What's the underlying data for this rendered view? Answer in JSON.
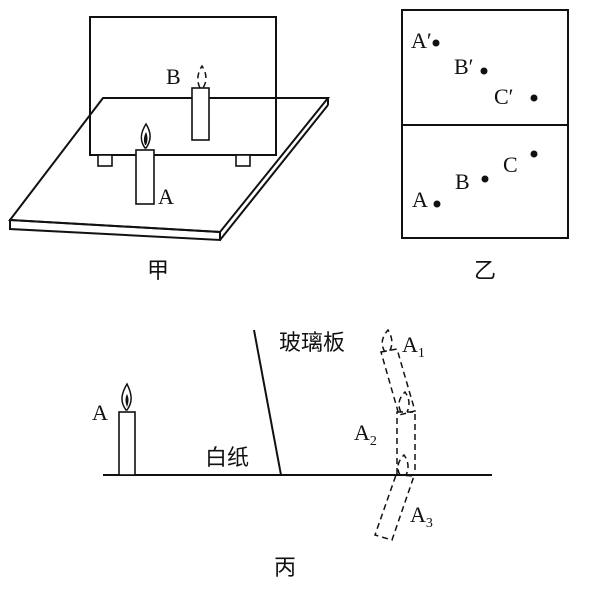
{
  "panel_jia": {
    "caption": "甲",
    "candle_a_label": "A",
    "candle_b_label": "B"
  },
  "panel_yi": {
    "caption": "乙",
    "top_points": [
      "A′",
      "B′",
      "C′"
    ],
    "bottom_points": [
      "A",
      "B",
      "C"
    ]
  },
  "panel_bing": {
    "caption": "丙",
    "glass_label": "玻璃板",
    "paper_label": "白纸",
    "candle_label": "A",
    "images": [
      {
        "base": "A",
        "sub": "1"
      },
      {
        "base": "A",
        "sub": "2"
      },
      {
        "base": "A",
        "sub": "3"
      }
    ]
  }
}
